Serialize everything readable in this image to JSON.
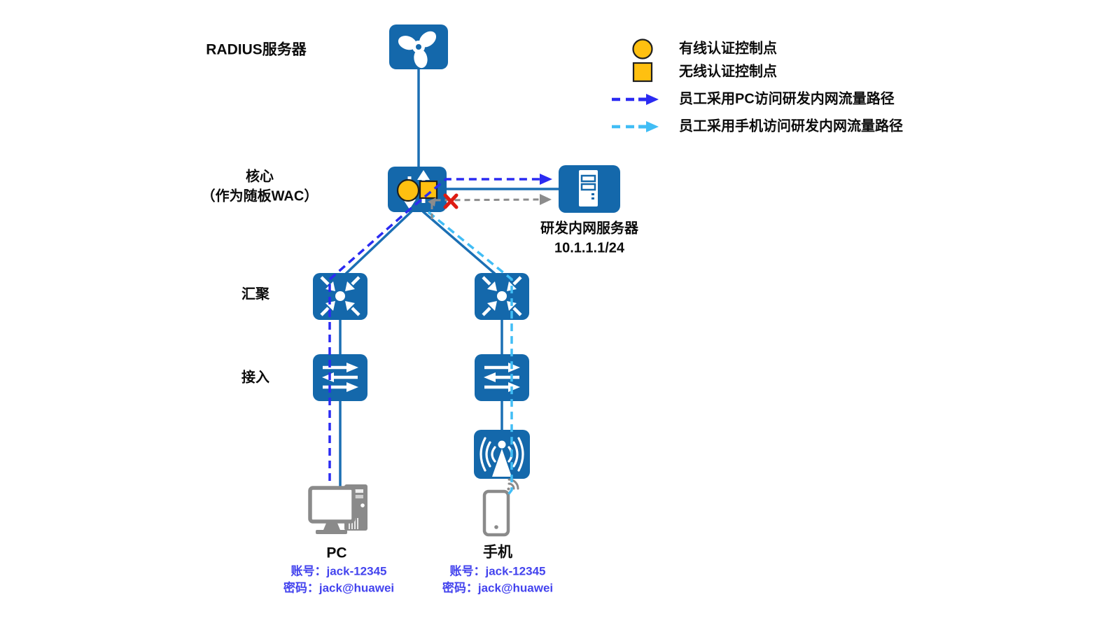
{
  "colors": {
    "device_blue": "#1468ab",
    "link_blue": "#1b6fb4",
    "pc_path": "#2b2bf2",
    "phone_path": "#41bdf5",
    "blocked_gray": "#8c8c8c",
    "auth_yellow": "#ffc010",
    "cross_red": "#de1b12",
    "credential_blue": "#4343ee",
    "endpoint_gray": "#8a8a8a",
    "marker_outline": "#1f1f1f"
  },
  "nodes": {
    "radius_server": {
      "label": "RADIUS服务器"
    },
    "core_switch": {
      "label_line1": "核心",
      "label_line2": "（作为随板WAC）"
    },
    "intranet_server": {
      "label": "研发内网服务器",
      "ip": "10.1.1.1/24"
    },
    "aggregation_switch": {
      "label": "汇聚"
    },
    "access_switch": {
      "label": "接入"
    },
    "pc": {
      "label": "PC",
      "account": "账号：jack-12345",
      "password": "密码：jack@huawei"
    },
    "phone": {
      "label": "手机",
      "account": "账号：jack-12345",
      "password": "密码：jack@huawei"
    }
  },
  "legend": {
    "wired_auth_point": "有线认证控制点",
    "wireless_auth_point": "无线认证控制点",
    "pc_traffic_path": "员工采用PC访问研发内网流量路径",
    "phone_traffic_path": "员工采用手机访问研发内网流量路径"
  },
  "icons": {
    "router-icon": "blue square with white propeller (RADIUS server)",
    "l3-switch-icon": "blue square with up/down white arrows (core)",
    "aggregation-switch-icon": "blue square, four arrows converging on dot",
    "access-switch-icon": "blue square, three horizontal arrows",
    "server-icon": "blue square with white tower server",
    "ap-icon": "blue square with antenna and radio arcs",
    "pc-icon": "gray desktop computer",
    "phone-icon": "gray smartphone with wifi arcs",
    "wired-auth-marker": "yellow circle",
    "wireless-auth-marker": "yellow square",
    "blocked-cross-icon": "red X on blocked path"
  }
}
